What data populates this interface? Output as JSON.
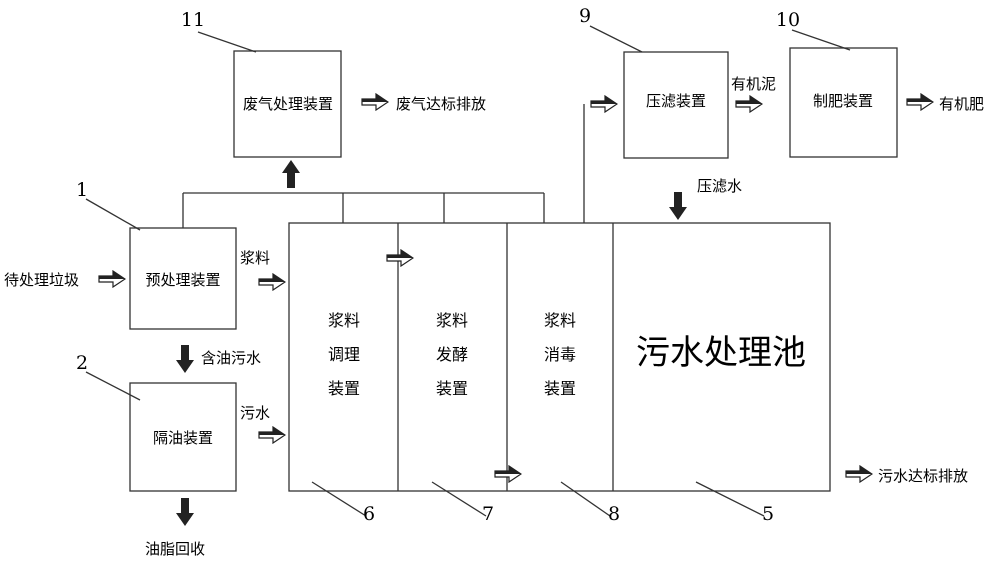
{
  "devices": {
    "pretreatment": "预处理装置",
    "oil_separator": "隔油装置",
    "exhaust": "废气处理装置",
    "filter_press": "压滤装置",
    "fertilizer": "制肥装置",
    "conditioning": [
      "浆料",
      "调理",
      "装置"
    ],
    "fermentation": [
      "浆料",
      "发酵",
      "装置"
    ],
    "disinfection": [
      "浆料",
      "消毒",
      "装置"
    ],
    "sewage_pool": "污水处理池"
  },
  "flows": {
    "input_waste": "待处理垃圾",
    "slurry": "浆料",
    "oily_wastewater": "含油污水",
    "wastewater": "污水",
    "grease": "油脂回收",
    "exhaust_out": "废气达标排放",
    "organic_sludge": "有机泥",
    "organic_fertilizer": "有机肥",
    "filtrate": "压滤水",
    "sewage_out": "污水达标排放"
  },
  "labels": {
    "n1": "1",
    "n2": "2",
    "n5": "5",
    "n6": "6",
    "n7": "7",
    "n8": "8",
    "n9": "9",
    "n10": "10",
    "n11": "11"
  }
}
